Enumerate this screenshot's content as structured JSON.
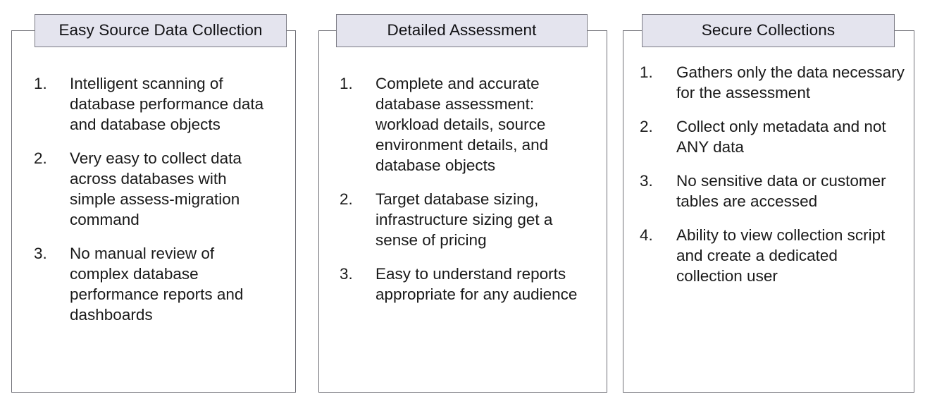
{
  "page": {
    "background_color": "#ffffff",
    "text_color": "#1a1a1a",
    "header_fill_color": "#e4e4ee",
    "border_color": "#6f6f76"
  },
  "panels": [
    {
      "id": "easy-source-data-collection",
      "title": "Easy Source Data Collection",
      "items": [
        {
          "marker": "1.",
          "text": "Intelligent scanning of database performance data and database objects"
        },
        {
          "marker": "2.",
          "text": "Very easy to collect data across databases with simple assess-migration command"
        },
        {
          "marker": "3.",
          "text": "No manual review of complex database performance reports and dashboards"
        }
      ]
    },
    {
      "id": "detailed-assessment",
      "title": "Detailed Assessment",
      "items": [
        {
          "marker": "1.",
          "text": "Complete and accurate database assessment: workload details, source environment details, and database objects"
        },
        {
          "marker": "2.",
          "text": "Target database sizing, infrastructure sizing get a sense of pricing"
        },
        {
          "marker": "3.",
          "text": "Easy to understand reports appropriate for any audience"
        }
      ]
    },
    {
      "id": "secure-collections",
      "title": "Secure Collections",
      "items": [
        {
          "marker": "1.",
          "text": "Gathers only the data necessary for the assessment"
        },
        {
          "marker": "2.",
          "text": "Collect only metadata and not ANY data"
        },
        {
          "marker": "3.",
          "text": "No sensitive data or customer tables are accessed"
        },
        {
          "marker": "4.",
          "text": "Ability to view collection script and create a dedicated collection user"
        }
      ]
    }
  ]
}
